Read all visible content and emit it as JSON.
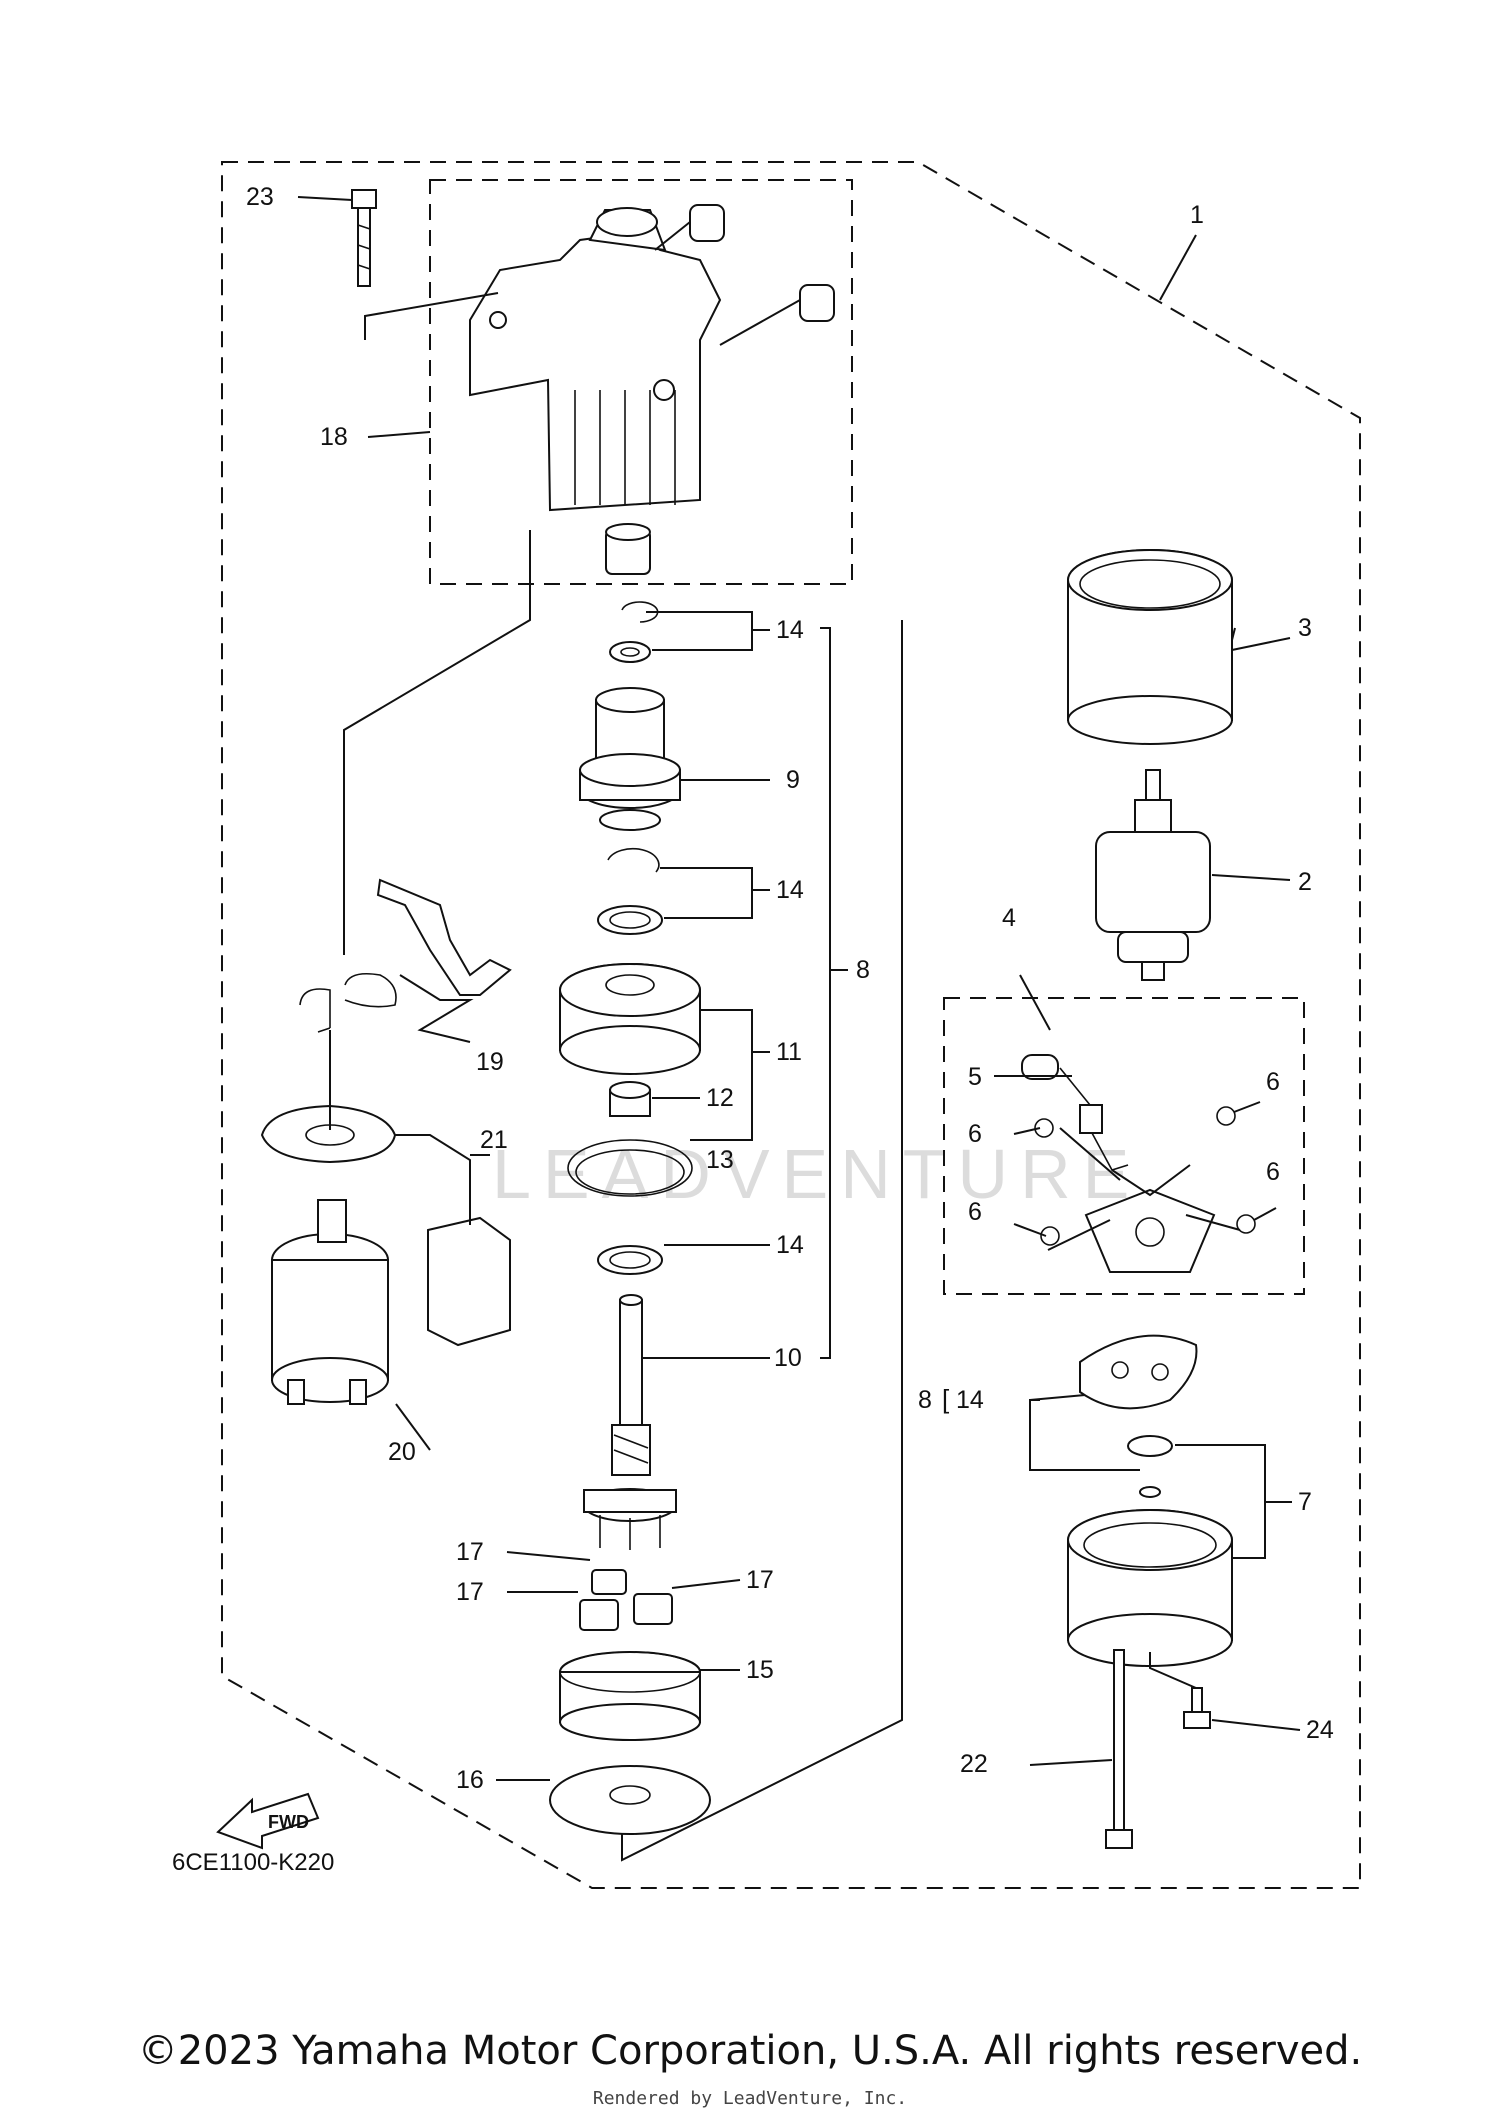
{
  "diagram": {
    "part_numbers": [
      "1",
      "2",
      "3",
      "4",
      "5",
      "6",
      "7",
      "8",
      "9",
      "10",
      "11",
      "12",
      "13",
      "14",
      "15",
      "16",
      "17",
      "18",
      "19",
      "20",
      "21",
      "22",
      "23",
      "24"
    ],
    "callouts": [
      {
        "id": "c1",
        "text": "1"
      },
      {
        "id": "c2",
        "text": "2"
      },
      {
        "id": "c3",
        "text": "3"
      },
      {
        "id": "c4",
        "text": "4"
      },
      {
        "id": "c5",
        "text": "5"
      },
      {
        "id": "c6a",
        "text": "6"
      },
      {
        "id": "c6b",
        "text": "6"
      },
      {
        "id": "c6c",
        "text": "6"
      },
      {
        "id": "c6d",
        "text": "6"
      },
      {
        "id": "c7",
        "text": "7"
      },
      {
        "id": "c8a",
        "text": "8"
      },
      {
        "id": "c8b",
        "text": "8"
      },
      {
        "id": "c9",
        "text": "9"
      },
      {
        "id": "c10",
        "text": "10"
      },
      {
        "id": "c11",
        "text": "11"
      },
      {
        "id": "c12",
        "text": "12"
      },
      {
        "id": "c13",
        "text": "13"
      },
      {
        "id": "c14a",
        "text": "14"
      },
      {
        "id": "c14b",
        "text": "14"
      },
      {
        "id": "c14c",
        "text": "14"
      },
      {
        "id": "c14d",
        "text": "14"
      },
      {
        "id": "c15",
        "text": "15"
      },
      {
        "id": "c16",
        "text": "16"
      },
      {
        "id": "c17a",
        "text": "17"
      },
      {
        "id": "c17b",
        "text": "17"
      },
      {
        "id": "c17c",
        "text": "17"
      },
      {
        "id": "c18",
        "text": "18"
      },
      {
        "id": "c19",
        "text": "19"
      },
      {
        "id": "c20",
        "text": "20"
      },
      {
        "id": "c21",
        "text": "21"
      },
      {
        "id": "c22",
        "text": "22"
      },
      {
        "id": "c23",
        "text": "23"
      },
      {
        "id": "c24",
        "text": "24"
      }
    ],
    "diagram_code": "6CE1100-K220",
    "fwd_label": "FWD",
    "watermark": "LEADVENTURE"
  },
  "footer": {
    "copyright": "©2023 Yamaha Motor Corporation, U.S.A. All rights reserved.",
    "rendered_by": "Rendered by LeadVenture, Inc."
  },
  "colors": {
    "ink": "#111111",
    "background": "#ffffff",
    "watermark": "#dcdcdc"
  }
}
